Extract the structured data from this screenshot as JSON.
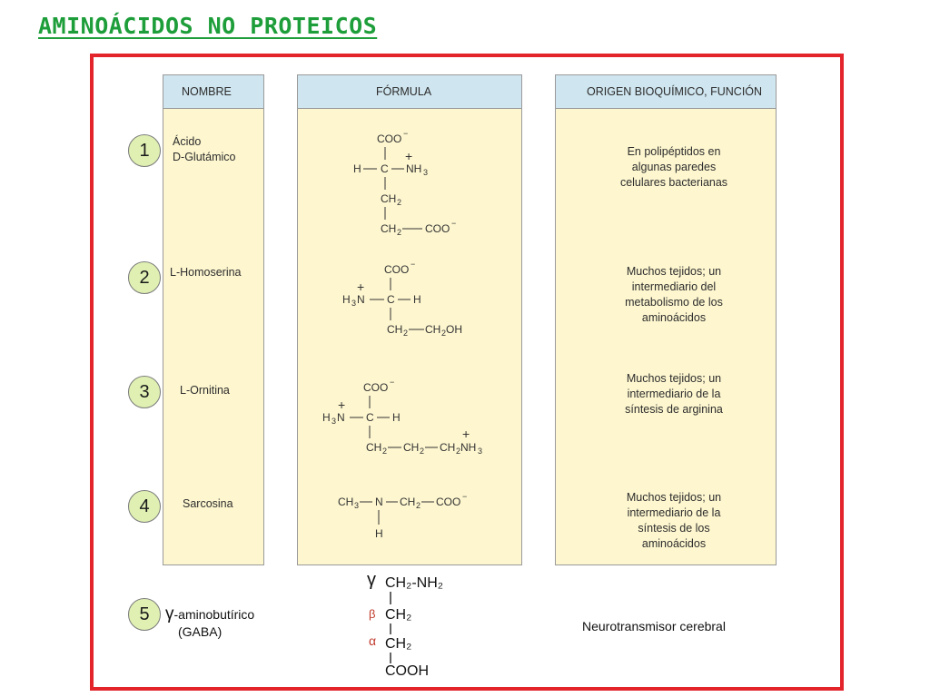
{
  "title": "AMINOÁCIDOS NO PROTEICOS",
  "headers": {
    "name": "NOMBRE",
    "formula": "FÓRMULA",
    "function": "ORIGEN BIOQUÍMICO, FUNCIÓN"
  },
  "rows": [
    {
      "number": "1",
      "name_line1": "Ácido",
      "name_line2": "D-Glutámico",
      "function_lines": [
        "En polipéptidos en",
        "algunas paredes",
        "celulares bacterianas"
      ]
    },
    {
      "number": "2",
      "name_line1": "L-Homoserina",
      "function_lines": [
        "Muchos tejidos; un",
        "intermediario del",
        "metabolismo de los",
        "aminoácidos"
      ]
    },
    {
      "number": "3",
      "name_line1": "L-Ornitina",
      "function_lines": [
        "Muchos tejidos; un",
        "intermediario de la",
        "síntesis de arginina"
      ]
    },
    {
      "number": "4",
      "name_line1": "Sarcosina",
      "function_lines": [
        "Muchos tejidos; un",
        "intermediario de la",
        "síntesis de los",
        "aminoácidos"
      ]
    },
    {
      "number": "5",
      "name_symbol": "γ",
      "name_line1": "-aminobutírico",
      "name_line2": "(GABA)",
      "function_lines": [
        "Neurotransmisor cerebral"
      ]
    }
  ],
  "gaba_formula": {
    "gamma": "γ",
    "beta": "β",
    "alpha": "α",
    "line1": "CH₂-NH₂",
    "line2": "CH₂",
    "line3": "CH₂",
    "line4": "COOH"
  },
  "colors": {
    "title": "#1e9e3a",
    "frame": "#e3242b",
    "column_fill": "#fdf6cf",
    "header_fill": "#cfe5ef",
    "badge": "#dff0b2",
    "greek": "#c0392b"
  }
}
